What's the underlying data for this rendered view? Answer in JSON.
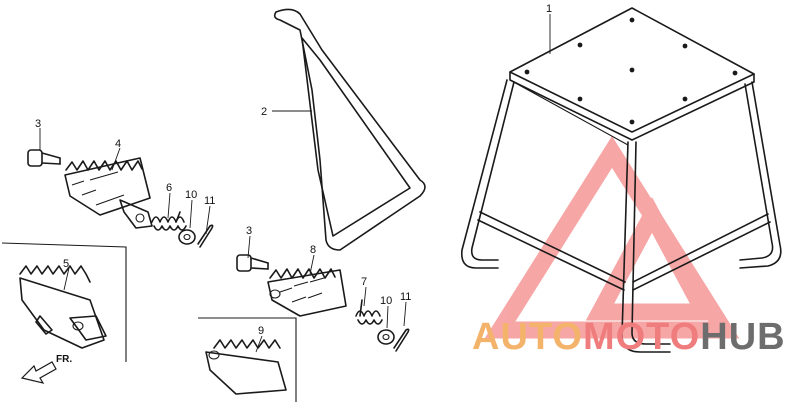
{
  "callouts": {
    "c1": "1",
    "c2": "2",
    "c3a": "3",
    "c3b": "3",
    "c4": "4",
    "c5": "5",
    "c6": "6",
    "c7": "7",
    "c8": "8",
    "c9": "9",
    "c10a": "10",
    "c10b": "10",
    "c11a": "11",
    "c11b": "11"
  },
  "direction_label": "FR.",
  "watermark": {
    "part1": "AUTO",
    "part2": "MOTO",
    "part3": "HUB",
    "colors": {
      "auto": "#f4b36a",
      "moto": "#f07d7d",
      "hub": "#6d6d6d",
      "logo": "#f26c6c"
    }
  }
}
